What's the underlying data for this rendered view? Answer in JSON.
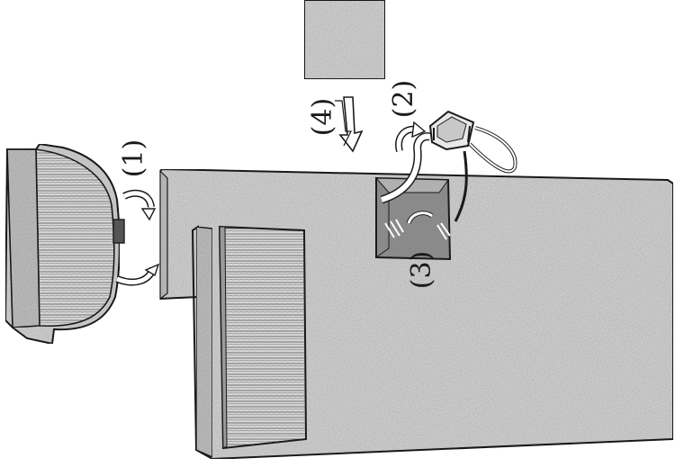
{
  "steps": [
    {
      "label": "(1)"
    },
    {
      "label": "(2)"
    },
    {
      "label": "(3)"
    },
    {
      "label": "(4)"
    }
  ],
  "colors": {
    "stone": "#cfcfcf",
    "stone_dark": "#9a9a9a",
    "outline": "#1a1a1a",
    "cartridge_ribbing": "#7a7a7a"
  },
  "icons": {
    "rotate_arrow": "curved-arrow-icon",
    "insert_arrow": "down-arrow-icon",
    "wire": "cable-icon"
  }
}
